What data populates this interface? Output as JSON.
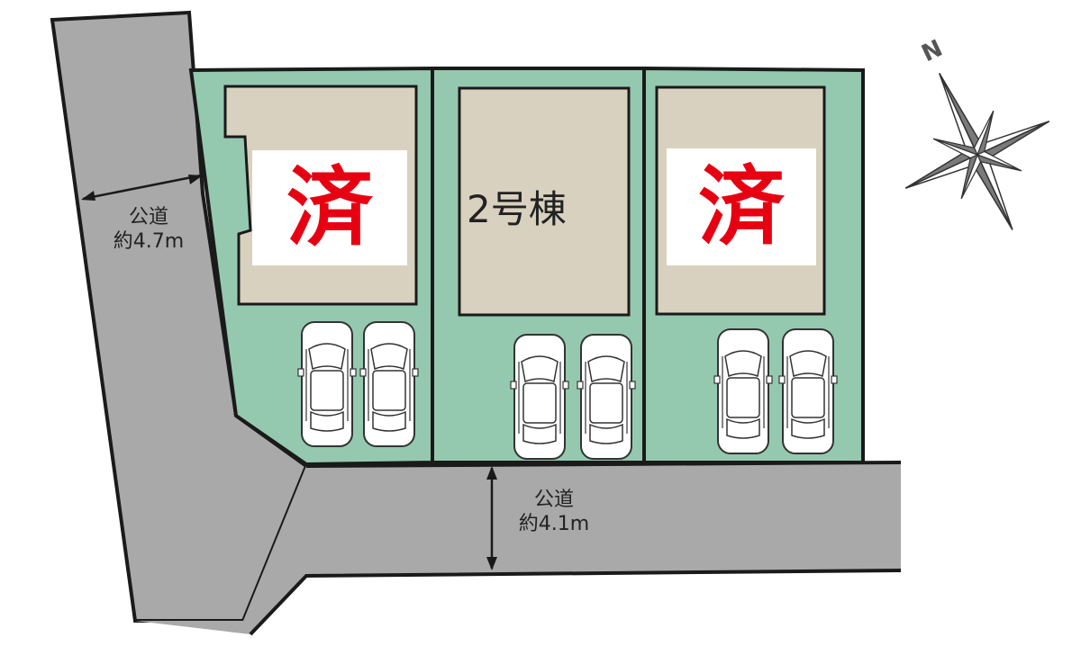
{
  "roads": {
    "west": {
      "line1": "公道",
      "line2": "約4.7m"
    },
    "south": {
      "line1": "公道",
      "line2": "約4.1m"
    }
  },
  "lots": [
    {
      "id": "lot-1",
      "status": "済"
    },
    {
      "id": "lot-2",
      "name": "2号棟"
    },
    {
      "id": "lot-3",
      "status": "済"
    }
  ],
  "compass": {
    "north_label": "N"
  },
  "colors": {
    "lot_fill": "#94c9b0",
    "building_fill": "#d9d1bf",
    "road_fill": "#a9a9a9",
    "sold_text": "#e60012",
    "outline": "#1a1a1a"
  }
}
